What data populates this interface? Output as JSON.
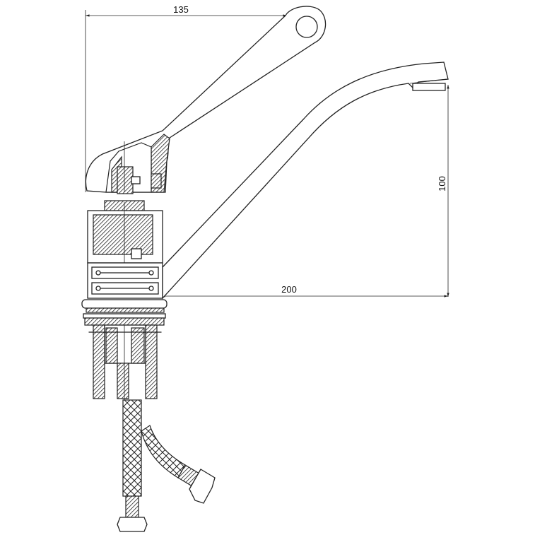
{
  "dimensions": {
    "lever_width": "135",
    "spout_height": "100",
    "spout_reach": "200"
  },
  "colors": {
    "line": "#222222",
    "background": "#ffffff"
  }
}
